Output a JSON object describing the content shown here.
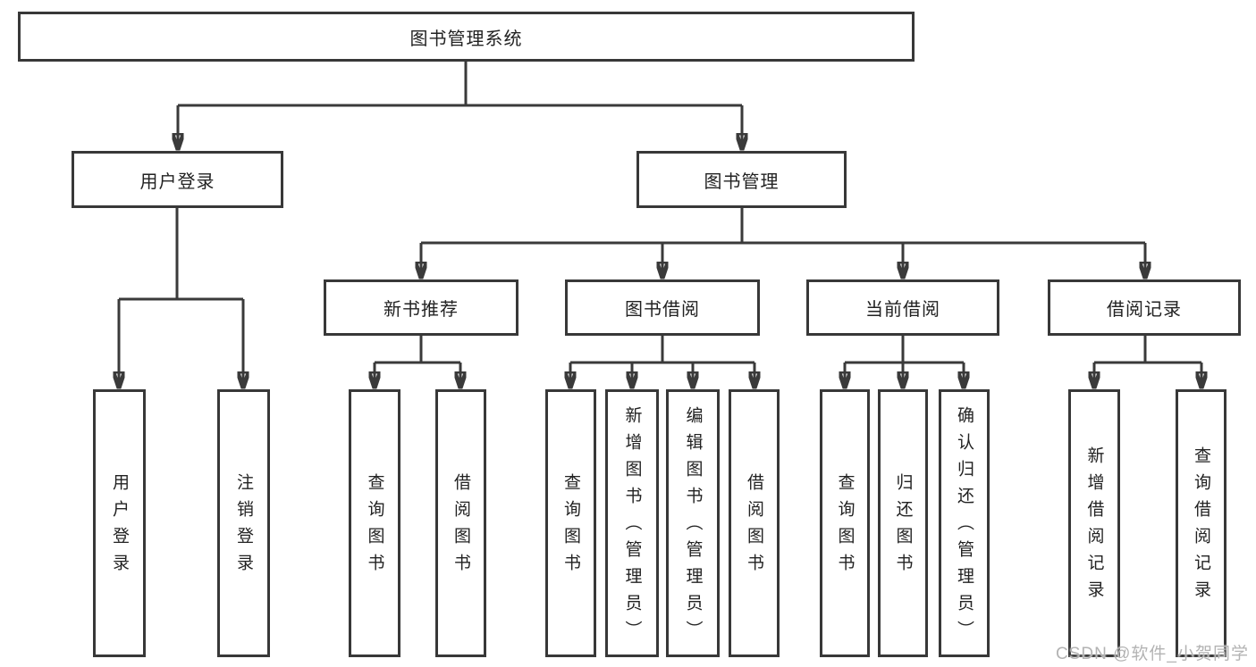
{
  "diagram_title": "图书管理系统",
  "watermark": "CSDN @软件_小贺同学",
  "colors": {
    "line": "#3a3a3a",
    "border": "#383838",
    "text": "#222222",
    "watermark": "#b3b3b3",
    "background": "#ffffff"
  },
  "tree": {
    "label": "图书管理系统",
    "children": [
      {
        "label": "用户登录",
        "children": [
          {
            "label": "用户登录"
          },
          {
            "label": "注销登录"
          }
        ]
      },
      {
        "label": "图书管理",
        "children": [
          {
            "label": "新书推荐",
            "children": [
              {
                "label": "查询图书"
              },
              {
                "label": "借阅图书"
              }
            ]
          },
          {
            "label": "图书借阅",
            "children": [
              {
                "label": "查询图书"
              },
              {
                "label": "新增图书（管理员）"
              },
              {
                "label": "编辑图书（管理员）"
              },
              {
                "label": "借阅图书"
              }
            ]
          },
          {
            "label": "当前借阅",
            "children": [
              {
                "label": "查询图书"
              },
              {
                "label": "归还图书"
              },
              {
                "label": "确认归还（管理员）"
              }
            ]
          },
          {
            "label": "借阅记录",
            "children": [
              {
                "label": "新增借阅记录"
              },
              {
                "label": "查询借阅记录"
              }
            ]
          }
        ]
      }
    ]
  }
}
